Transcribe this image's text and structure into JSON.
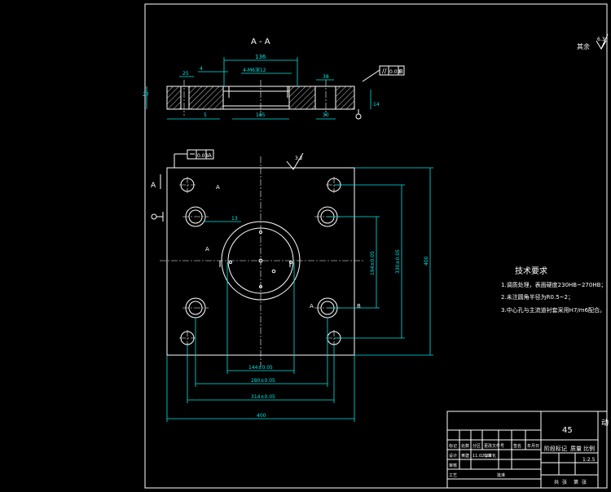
{
  "section_view": {
    "title": "A - A",
    "dims": {
      "d136": "136",
      "d4holes": "4-M6深12",
      "d38": "38",
      "d25": "25",
      "d4": "4",
      "d5": "5",
      "d185": "185",
      "d30": "30",
      "d27": "27",
      "d14": "14"
    },
    "parallel_tol": "0.03",
    "parallel_datum": "B"
  },
  "surface_note": {
    "label": "其余",
    "value": "6.3"
  },
  "plan_view": {
    "flatness_tol": "0.03",
    "flatness_datum": "A",
    "section_marker": "A",
    "roughness": "3.2",
    "dims": {
      "d13": "13",
      "d194": "194±0.05",
      "d330": "330±0.05",
      "d400v": "400",
      "d144": "144±0.05",
      "d280": "280±0.05",
      "d314": "314±0.05",
      "d400h": "400"
    },
    "labels": {
      "a_left": "A",
      "a_mid": "A",
      "a_right1": "A",
      "a_right2": "A",
      "b_mark": "B"
    }
  },
  "tech_req": {
    "title": "技术要求",
    "items": [
      "1.调质处理，表面硬度230HB~270HB；",
      "2.未注圆角半径为R0.5~2；",
      "3.中心孔与主流道衬套采用H7/m6配合。"
    ]
  },
  "title_block": {
    "material": "45",
    "scale_label": "阶段标记",
    "weight_label": "质量",
    "ratio_label": "比例",
    "ratio_value": "1:2.5",
    "row1": [
      "标记",
      "处数",
      "分区",
      "更改文件号",
      "签名",
      "年月日"
    ],
    "row2": [
      "设计",
      "黄建",
      "11.02.28",
      "标准化"
    ],
    "row3": "审核",
    "row4": [
      "工艺",
      "批准"
    ],
    "sheet": [
      "共",
      "张",
      "第",
      "张"
    ],
    "side_char": "动"
  }
}
